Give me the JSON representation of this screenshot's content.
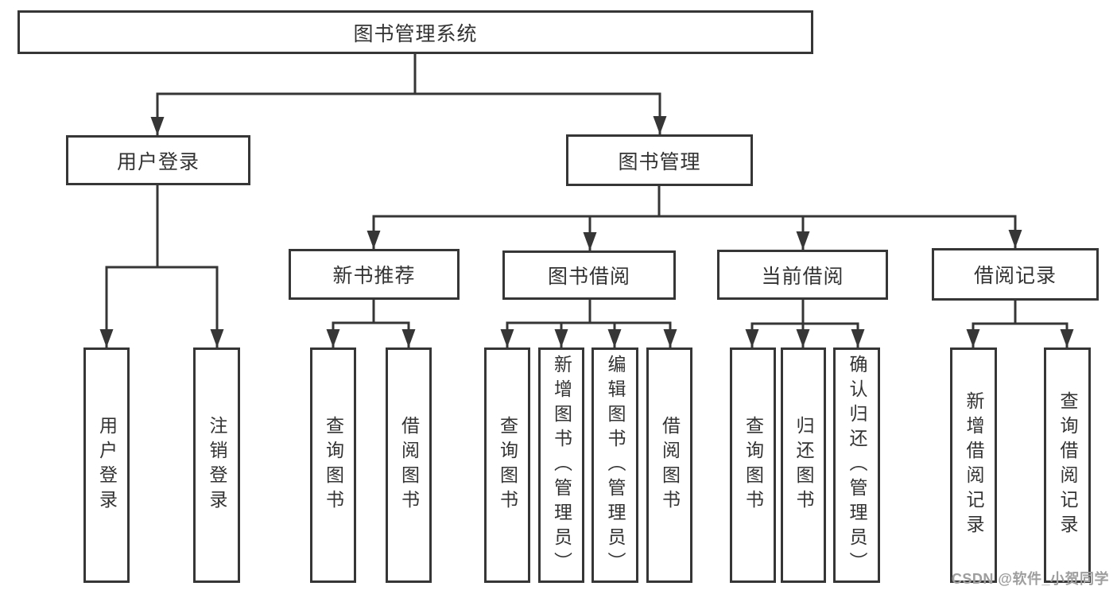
{
  "diagram": {
    "root": {
      "label": "图书管理系统"
    },
    "level2": {
      "user_login": {
        "label": "用户登录"
      },
      "book_management": {
        "label": "图书管理"
      }
    },
    "level3": {
      "new_book_recommend": {
        "label": "新书推荐"
      },
      "book_borrow": {
        "label": "图书借阅"
      },
      "current_borrow": {
        "label": "当前借阅"
      },
      "borrow_records": {
        "label": "借阅记录"
      }
    },
    "leaves": {
      "user_login_leaf": {
        "label": "用户登录"
      },
      "logout": {
        "label": "注销登录"
      },
      "query_book_1": {
        "label": "查询图书"
      },
      "borrow_book_1": {
        "label": "借阅图书"
      },
      "query_book_2": {
        "label": "查询图书"
      },
      "add_book_admin": {
        "label": "新增图书（管理员）"
      },
      "edit_book_admin": {
        "label": "编辑图书（管理员）"
      },
      "borrow_book_2": {
        "label": "借阅图书"
      },
      "query_book_3": {
        "label": "查询图书"
      },
      "return_book": {
        "label": "归还图书"
      },
      "confirm_return_admin": {
        "label": "确认归还（管理员）"
      },
      "add_borrow_record": {
        "label": "新增借阅记录"
      },
      "query_borrow_record": {
        "label": "查询借阅记录"
      }
    }
  },
  "watermark": {
    "text": "CSDN @软件_小贺同学"
  },
  "colors": {
    "line": "#363636",
    "box_border": "#363636",
    "text": "#333333",
    "watermark": "#9e9e9e",
    "background": "#ffffff"
  }
}
